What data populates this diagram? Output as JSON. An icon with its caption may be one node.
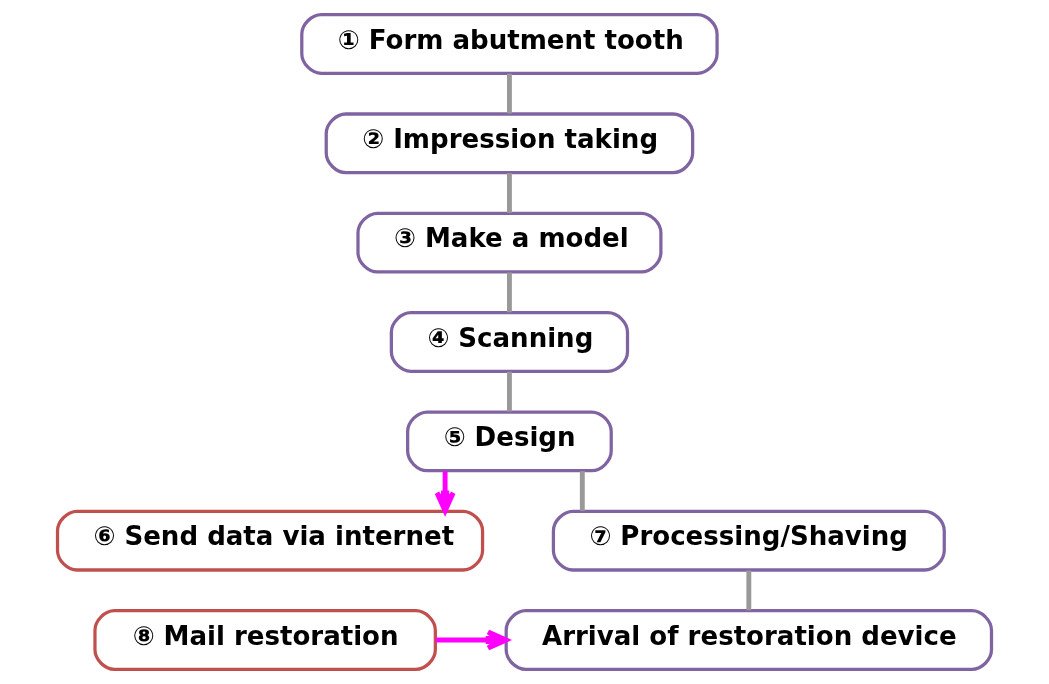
{
  "diagram": {
    "nodes": [
      {
        "text": [
          "① Form abutment tooth"
        ]
      },
      {
        "text": [
          "② Impression taking"
        ]
      },
      {
        "text": [
          "③ Make a model"
        ]
      },
      {
        "text": [
          "④ Scanning"
        ]
      },
      {
        "text": [
          "⑤ Design"
        ]
      },
      {
        "text": [
          "⑥ Send data via internet"
        ]
      },
      {
        "text": [
          "⑦ Processing/Shaving"
        ]
      },
      {
        "text": [
          "⑧ Mail restoration"
        ]
      },
      {
        "text": [
          "Arrival of restoration device"
        ]
      }
    ],
    "edges": [
      {
        "from": 0,
        "to": 1,
        "arrow": "none"
      },
      {
        "from": 1,
        "to": 2,
        "arrow": "none"
      },
      {
        "from": 2,
        "to": 3,
        "arrow": "none"
      },
      {
        "from": 3,
        "to": 4,
        "arrow": "none"
      },
      {
        "from": 4,
        "to": 6,
        "arrow": "none"
      },
      {
        "from": 4,
        "to": 5,
        "arrow": "to",
        "color": "#ff00ff"
      },
      {
        "from": 6,
        "to": 8,
        "arrow": "none"
      },
      {
        "from": 7,
        "to": 8,
        "arrow": "to",
        "color": "#ff00ff"
      }
    ]
  }
}
